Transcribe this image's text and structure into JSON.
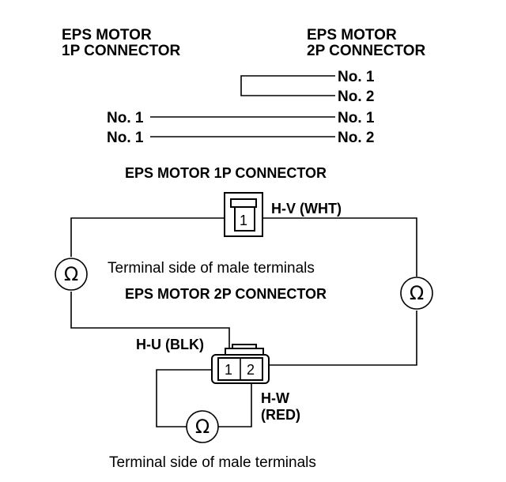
{
  "top_table": {
    "left_header_line1": "EPS MOTOR",
    "left_header_line2": "1P CONNECTOR",
    "right_header_line1": "EPS MOTOR",
    "right_header_line2": "2P CONNECTOR",
    "row1_right": "No. 1",
    "row2_right": "No. 2",
    "row3_left": "No. 1",
    "row3_right": "No. 1",
    "row4_left": "No. 1",
    "row4_right": "No. 2"
  },
  "circuit": {
    "connector_1p_title": "EPS MOTOR 1P CONNECTOR",
    "pin_1p": "1",
    "hv_label": "H-V (WHT)",
    "terminal_side_1": "Terminal side of male terminals",
    "connector_2p_title": "EPS MOTOR 2P CONNECTOR",
    "hu_label": "H-U (BLK)",
    "pin_2p_1": "1",
    "pin_2p_2": "2",
    "hw_label_line1": "H-W",
    "hw_label_line2": "(RED)",
    "terminal_side_2": "Terminal side of male terminals",
    "ohm_symbol": "Ω"
  }
}
